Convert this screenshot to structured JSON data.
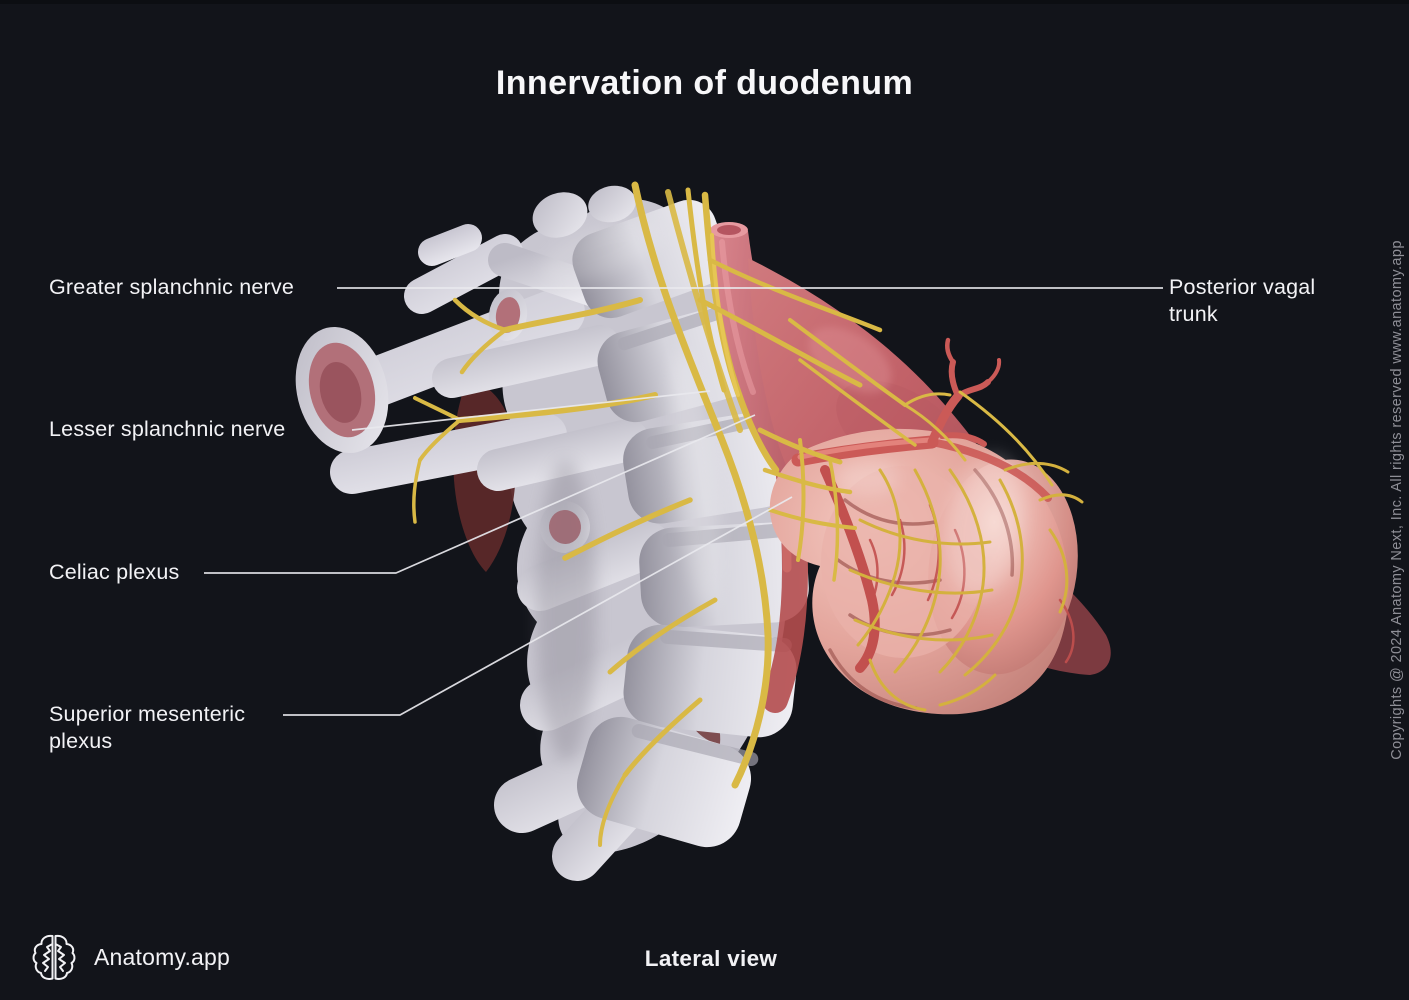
{
  "title": "Innervation of duodenum",
  "labels": {
    "greater_splanchnic_nerve": "Greater splanchnic nerve",
    "lesser_splanchnic_nerve": "Lesser splanchnic nerve",
    "celiac_plexus": "Celiac plexus",
    "superior_mesenteric_plexus": "Superior mesenteric plexus",
    "posterior_vagal_trunk": "Posterior vagal trunk"
  },
  "footer": {
    "brand": "Anatomy.app",
    "view_label": "Lateral view"
  },
  "watermark": "Copyrights @ 2024 Anatomy Next, Inc. All rights reserved www.anatomy.app",
  "icons": {
    "logo": "brain-icon"
  },
  "colors": {
    "background": "#12141a",
    "label_text": "#f2f2f5",
    "leader_line": "#e9e9ee",
    "watermark_text": "#8f8f97",
    "bone": "#d7d6dd",
    "nerve_yellow": "#d9b945",
    "artery_red": "#cb5a57",
    "organ_pink": "#e3a49b",
    "esophagus_red": "#c05f66"
  }
}
